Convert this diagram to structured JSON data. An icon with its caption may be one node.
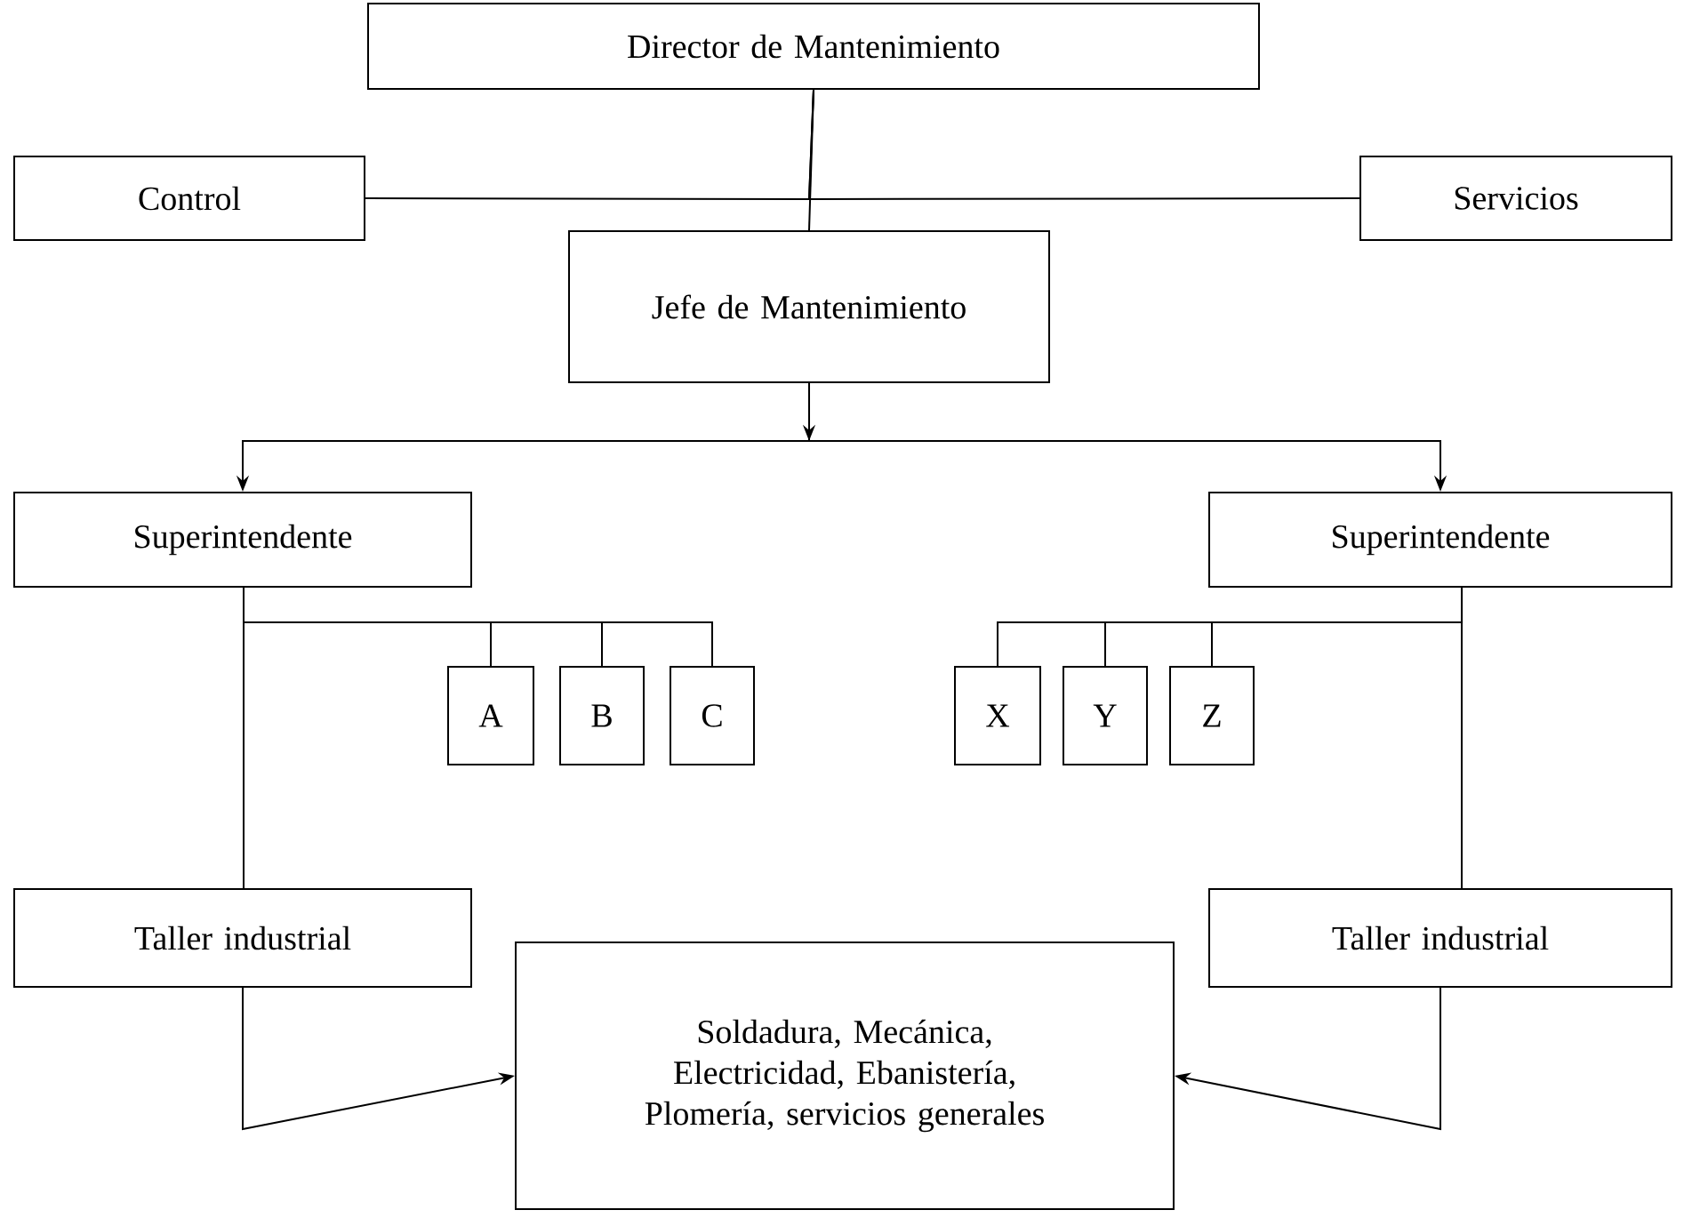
{
  "diagram": {
    "nodes": [
      {
        "text": [
          "Director de Mantenimiento"
        ]
      },
      {
        "text": [
          "Control"
        ]
      },
      {
        "text": [
          "Servicios"
        ]
      },
      {
        "text": [
          "Jefe de Mantenimiento"
        ]
      },
      {
        "text": [
          "Superintendente"
        ]
      },
      {
        "text": [
          "Superintendente"
        ]
      },
      {
        "text": [
          "A"
        ]
      },
      {
        "text": [
          "B"
        ]
      },
      {
        "text": [
          "C"
        ]
      },
      {
        "text": [
          "X"
        ]
      },
      {
        "text": [
          "Y"
        ]
      },
      {
        "text": [
          "Z"
        ]
      },
      {
        "text": [
          "Taller industrial"
        ]
      },
      {
        "text": [
          "Taller industrial"
        ]
      },
      {
        "text": [
          "Soldadura, Mecánica, Electricidad, Ebanistería, Plomería, servicios generales"
        ]
      }
    ],
    "edges": [
      {
        "from": 0,
        "to": 3,
        "arrow": "none"
      },
      {
        "from": 0,
        "to": 1,
        "arrow": "none"
      },
      {
        "from": 0,
        "to": 2,
        "arrow": "none"
      },
      {
        "from": 3,
        "to": 4,
        "arrow": "to"
      },
      {
        "from": 3,
        "to": 5,
        "arrow": "to"
      },
      {
        "from": 4,
        "to": 6,
        "arrow": "none"
      },
      {
        "from": 4,
        "to": 7,
        "arrow": "none"
      },
      {
        "from": 4,
        "to": 8,
        "arrow": "none"
      },
      {
        "from": 4,
        "to": 12,
        "arrow": "none"
      },
      {
        "from": 5,
        "to": 9,
        "arrow": "none"
      },
      {
        "from": 5,
        "to": 10,
        "arrow": "none"
      },
      {
        "from": 5,
        "to": 11,
        "arrow": "none"
      },
      {
        "from": 5,
        "to": 13,
        "arrow": "none"
      },
      {
        "from": 12,
        "to": 14,
        "arrow": "to"
      },
      {
        "from": 13,
        "to": 14,
        "arrow": "to"
      }
    ]
  }
}
